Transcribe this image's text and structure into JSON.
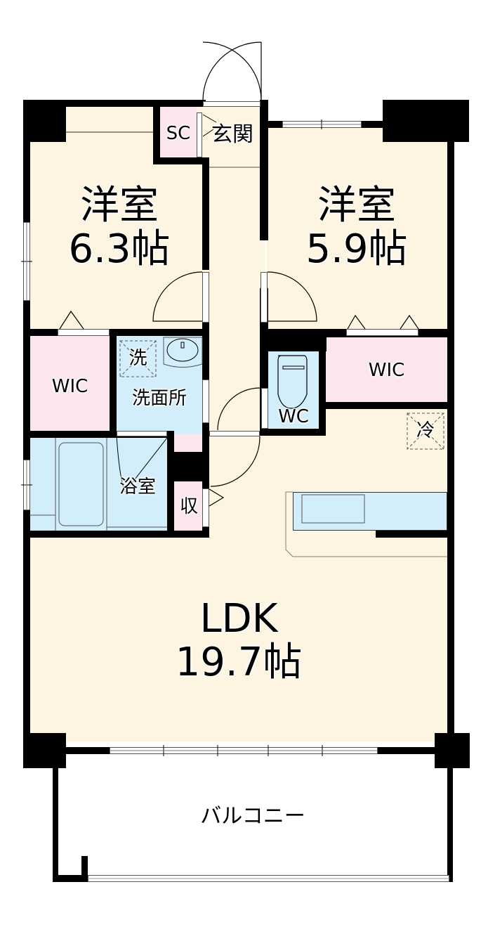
{
  "floorplan": {
    "rooms": {
      "bedroom_left": {
        "name": "洋室",
        "size": "6.3帖"
      },
      "bedroom_right": {
        "name": "洋室",
        "size": "5.9帖"
      },
      "ldk": {
        "name": "LDK",
        "size": "19.7帖"
      },
      "entrance": {
        "name": "玄関"
      },
      "shoe_closet": {
        "name": "SC"
      },
      "wic_left": {
        "name": "WIC"
      },
      "wic_right": {
        "name": "WIC"
      },
      "washroom": {
        "name": "洗面所"
      },
      "washer": {
        "name": "洗"
      },
      "bathroom": {
        "name": "浴室"
      },
      "storage": {
        "name": "収"
      },
      "toilet": {
        "name": "WC"
      },
      "fridge": {
        "name": "冷"
      },
      "balcony": {
        "name": "バルコニー"
      }
    },
    "colors": {
      "floor": "#fdf5e2",
      "storage": "#fbe6ef",
      "wet_area": "#d2eefa",
      "wall": "#000000"
    }
  }
}
